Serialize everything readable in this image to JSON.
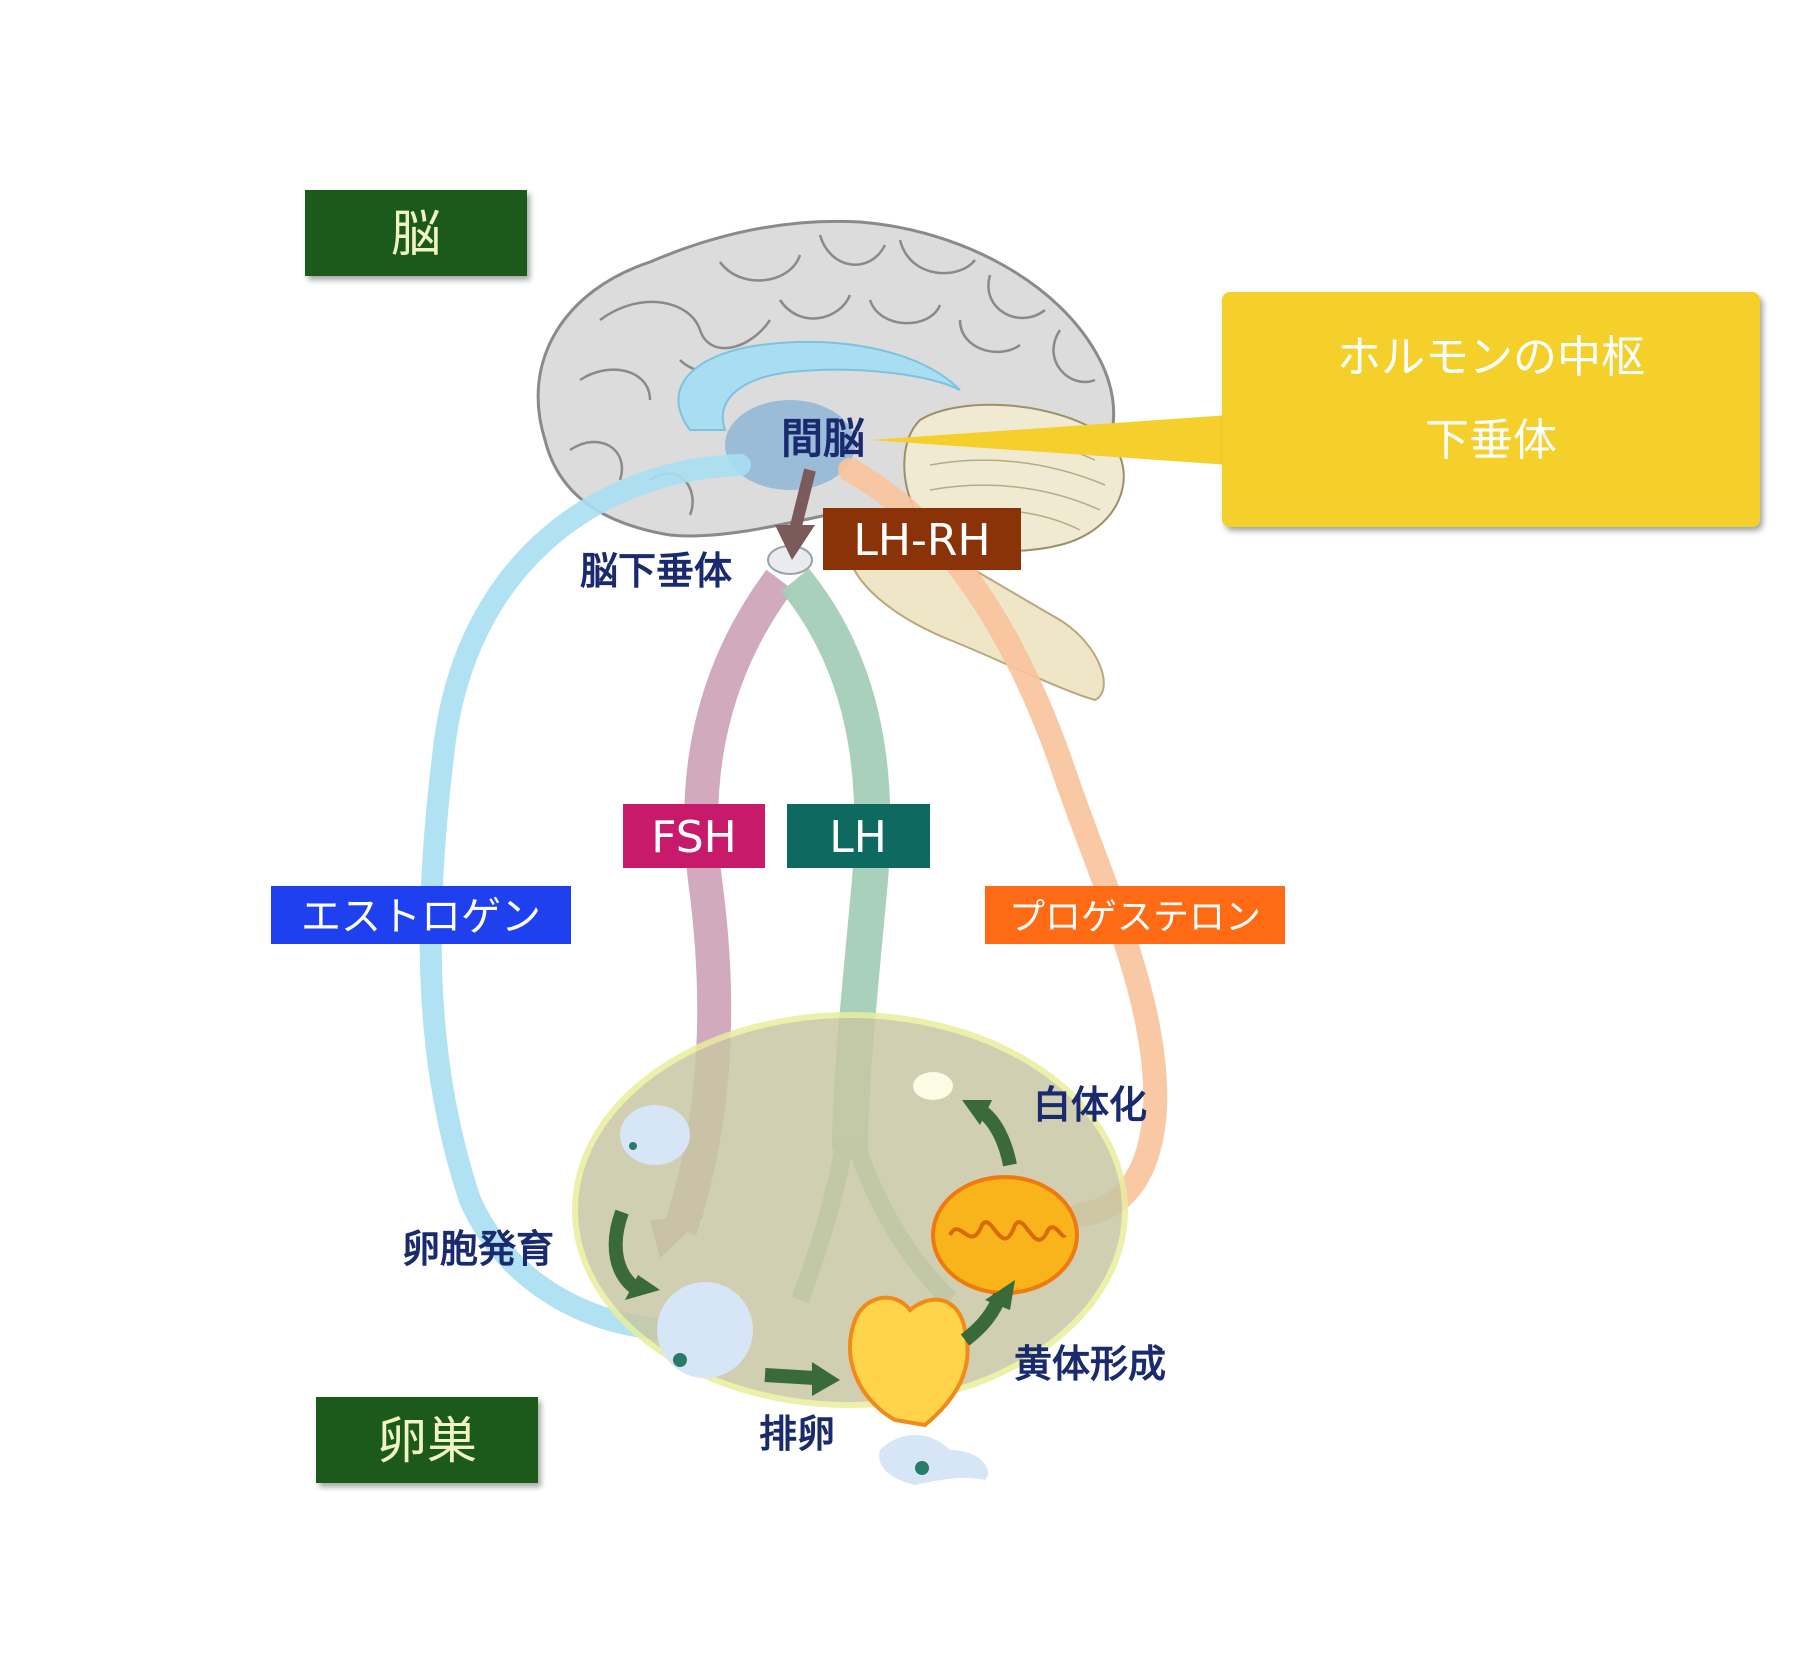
{
  "labels": {
    "brain": "脳",
    "ovary": "卵巣",
    "diencephalon": "間脳",
    "pituitary": "脳下垂体",
    "lhrh": "LH-RH",
    "fsh": "FSH",
    "lh": "LH",
    "estrogen": "エストロゲン",
    "progesterone": "プロゲステロン",
    "follicle_growth": "卵胞発育",
    "ovulation": "排卵",
    "corpus_luteum": "黄体形成",
    "corpus_albicans": "白体化"
  },
  "callout": {
    "line1": "ホルモンの中枢",
    "line2": "下垂体"
  },
  "colors": {
    "dark_green": "#1f5a1f",
    "estrogen": "#1e40ee",
    "progesterone": "#ff6a14",
    "fsh": "#c81a6a",
    "lh": "#0e6a60",
    "lhrh": "#8a3208",
    "callout": "#f5cf2c",
    "label_text": "#1a2a6e"
  }
}
